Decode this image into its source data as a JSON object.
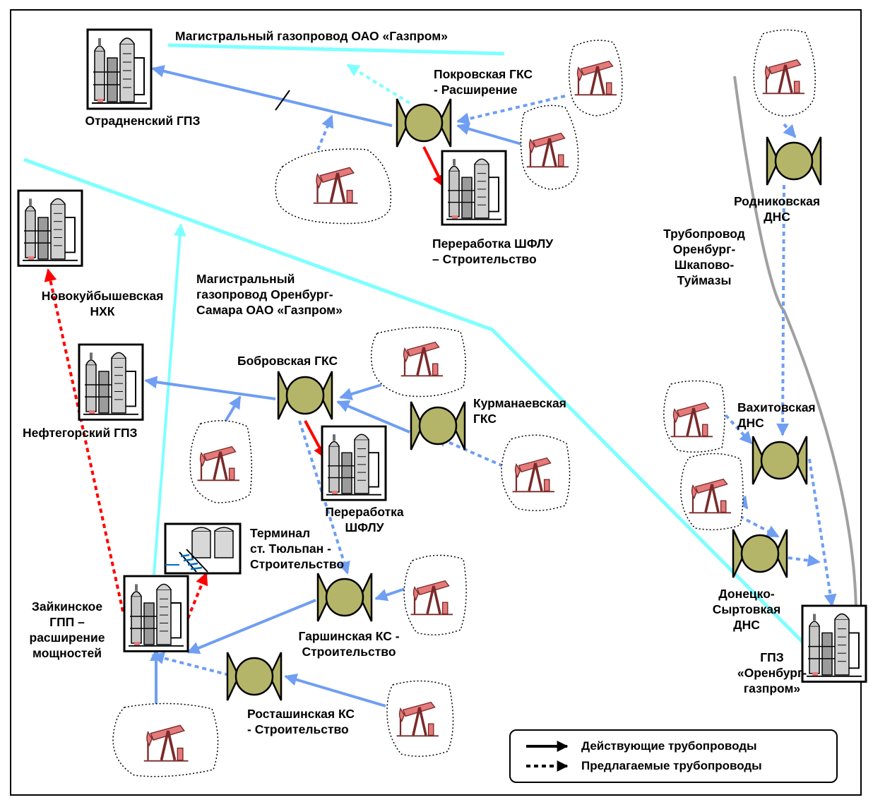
{
  "colors": {
    "main_pipeline": "#7fffff",
    "existing_pipeline": "#6f9ef2",
    "proposed_pipeline": "#6f9ef2",
    "shflu_pipeline": "#ff0000",
    "oil_pipeline": "#a0a0a0",
    "station_fill": "#b5b56a",
    "derrick_fill": "#e47a7a"
  },
  "icons": {
    "plant": "gas-processing-plant-icon",
    "station": "compressor-station-icon",
    "field": "oil-pumpjack-icon",
    "terminal": "rail-terminal-icon"
  },
  "labels": {
    "magistral_gazprom": "Магистральный газопровод ОАО «Газпром»",
    "otradnensky": "Отрадненский ГПЗ",
    "pokrovskaya": "Покровская ГКС\n- Расширение",
    "pererabotka_1": "Переработка ШФЛУ\n– Строительство",
    "novokuibyshevskaya": "Новокуйбышевская\nНХК",
    "magistral_orenburg": "Магистральный\nгазопровод Оренбург-\nСамара ОАО «Газпром»",
    "bobrovskaya": "Бобровская ГКС",
    "kurmanaevskaya": "Курманаевская\nГКС",
    "neftegorsky": "Нефтегорский ГПЗ",
    "pererabotka_2": "Переработка\nШФЛУ",
    "terminal": "Терминал\nст. Тюльпан -\nСтроительство",
    "zaikinskoe": "Зайкинское\nГПП –\nрасширение\nмощностей",
    "garshinskaya": "Гаршинская КС -\nСтроительство",
    "rostashinskaya": "Росташинская КС\n- Строительство",
    "rodnikovskaya": "Родниковская\nДНС",
    "oil_pipeline": "Трубопровод\nОренбург-\nШкапово-\nТуймазы",
    "vakhitovskaya": "Вахитовская\nДНС",
    "donetsko": "Донецко-\nСыртовкая\nДНС",
    "gpz_orenburg": "ГПЗ\n«Оренбург-\nгазпром»"
  },
  "legend": {
    "existing": "Действующие трубопроводы",
    "proposed": "Предлагаемые трубопроводы"
  }
}
